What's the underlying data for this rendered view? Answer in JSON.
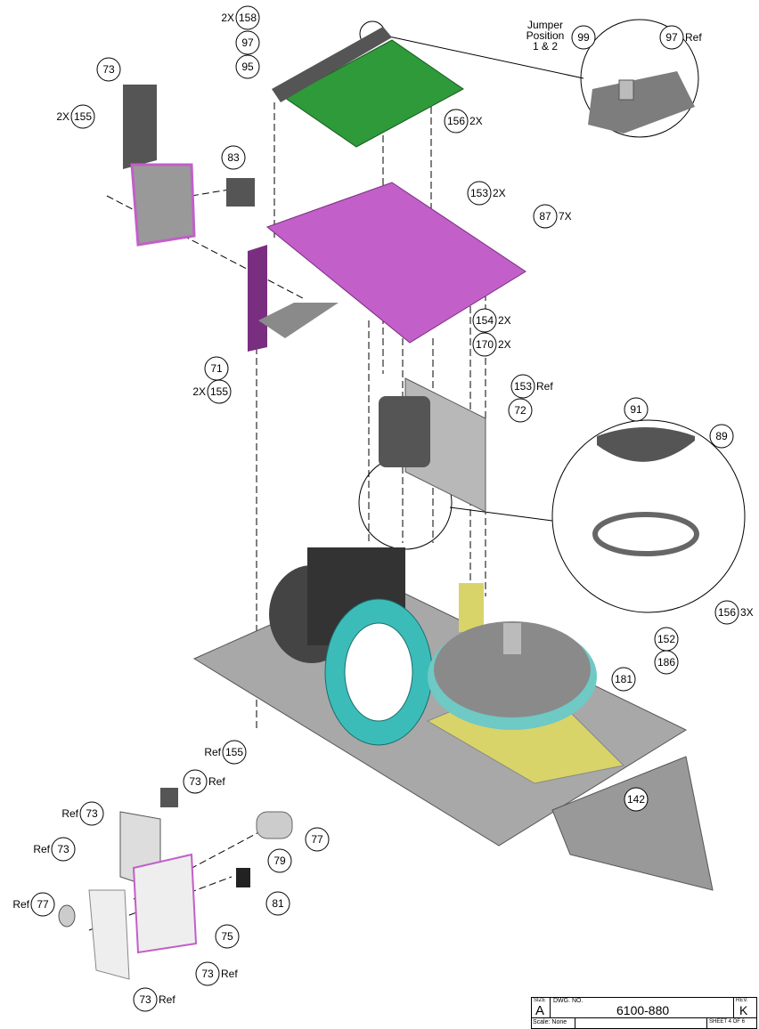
{
  "drawing": {
    "jumper_note": [
      "Jumper",
      "Position",
      "1 & 2"
    ],
    "balloons": [
      {
        "num": "73",
        "pre": "",
        "post": ""
      },
      {
        "num": "155",
        "pre": "2X",
        "post": ""
      },
      {
        "num": "158",
        "pre": "2X",
        "post": ""
      },
      {
        "num": "97",
        "pre": "",
        "post": ""
      },
      {
        "num": "95",
        "pre": "",
        "post": ""
      },
      {
        "num": "156",
        "pre": "",
        "post": "2X"
      },
      {
        "num": "99",
        "pre": "",
        "post": ""
      },
      {
        "num": "97",
        "pre": "",
        "post": "Ref"
      },
      {
        "num": "83",
        "pre": "",
        "post": ""
      },
      {
        "num": "153",
        "pre": "",
        "post": "2X"
      },
      {
        "num": "87",
        "pre": "",
        "post": "7X"
      },
      {
        "num": "71",
        "pre": "",
        "post": ""
      },
      {
        "num": "155",
        "pre": "2X",
        "post": ""
      },
      {
        "num": "154",
        "pre": "",
        "post": "2X"
      },
      {
        "num": "170",
        "pre": "",
        "post": "2X"
      },
      {
        "num": "153",
        "pre": "",
        "post": "Ref"
      },
      {
        "num": "72",
        "pre": "",
        "post": ""
      },
      {
        "num": "91",
        "pre": "",
        "post": ""
      },
      {
        "num": "89",
        "pre": "",
        "post": ""
      },
      {
        "num": "156",
        "pre": "",
        "post": "3X"
      },
      {
        "num": "152",
        "pre": "",
        "post": ""
      },
      {
        "num": "186",
        "pre": "",
        "post": ""
      },
      {
        "num": "181",
        "pre": "",
        "post": ""
      },
      {
        "num": "142",
        "pre": "",
        "post": ""
      },
      {
        "num": "155",
        "pre": "Ref",
        "post": ""
      },
      {
        "num": "73",
        "pre": "",
        "post": "Ref"
      },
      {
        "num": "73",
        "pre": "Ref",
        "post": ""
      },
      {
        "num": "73",
        "pre": "Ref",
        "post": ""
      },
      {
        "num": "77",
        "pre": "",
        "post": ""
      },
      {
        "num": "79",
        "pre": "",
        "post": ""
      },
      {
        "num": "81",
        "pre": "",
        "post": ""
      },
      {
        "num": "77",
        "pre": "Ref",
        "post": ""
      },
      {
        "num": "75",
        "pre": "",
        "post": ""
      },
      {
        "num": "73",
        "pre": "",
        "post": "Ref"
      },
      {
        "num": "73",
        "pre": "",
        "post": "Ref"
      }
    ]
  },
  "title_block": {
    "size_label": "SIZE",
    "size": "A",
    "dwg_no_label": "DWG. NO.",
    "dwg_no": "6100-880",
    "rev_label": "REV.",
    "rev": "K",
    "scale": "Scale: None",
    "sheet": "SHEET 4 OF 6"
  },
  "colors": {
    "pcb": "#2e9a3a",
    "bracket": "#c25fc9",
    "base": "#a8a8a8",
    "pulley": "#3cbcb8",
    "gear": "#6fc9c4",
    "mount": "#d8d46a"
  }
}
